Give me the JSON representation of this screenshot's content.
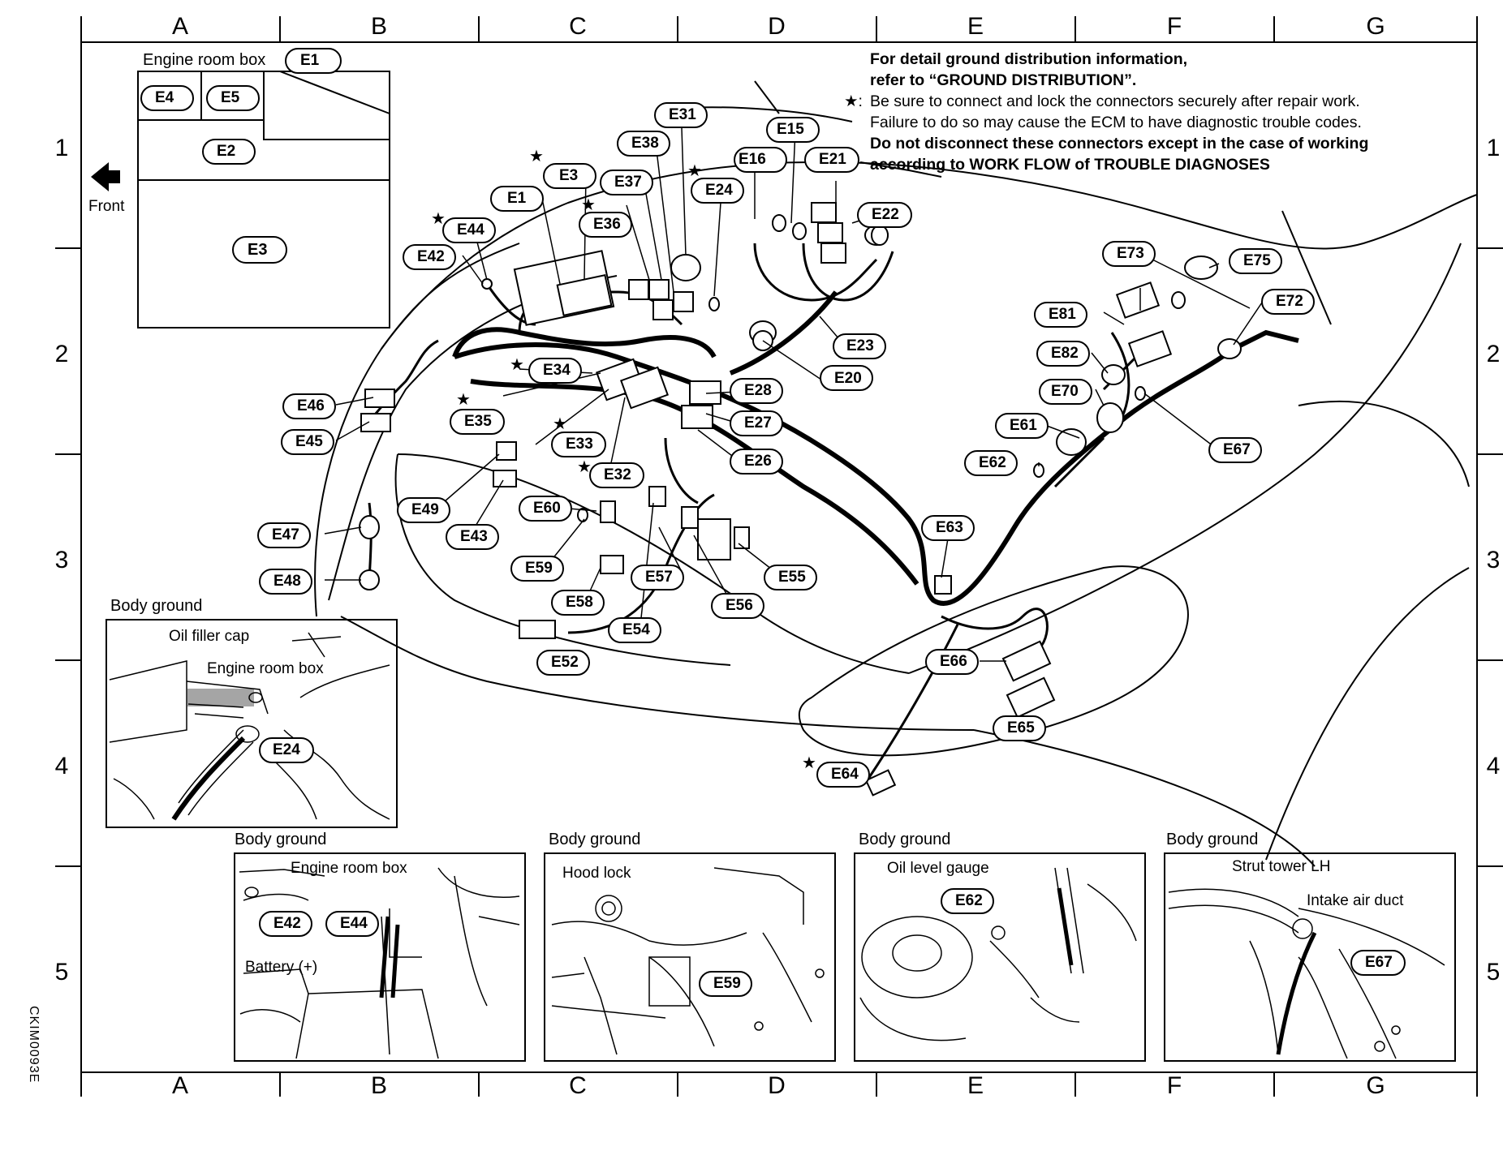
{
  "figure_code": "CKIM0093E",
  "columns": [
    "A",
    "B",
    "C",
    "D",
    "E",
    "F",
    "G"
  ],
  "rows": [
    "1",
    "2",
    "3",
    "4",
    "5"
  ],
  "note": {
    "line1": "For detail ground distribution information,",
    "line2": "refer to “GROUND DISTRIBUTION”.",
    "star": "★:",
    "line3": "Be sure to connect and lock the connectors securely after repair work.",
    "line4": "Failure to do so may cause the ECM to have diagnostic trouble codes.",
    "line5": "Do not disconnect these connectors except in the case of working",
    "line6": "according to WORK FLOW of TROUBLE DIAGNOSES"
  },
  "engine_room_box": {
    "title": "Engine room box",
    "tag": "E1",
    "cells": [
      "E4",
      "E5",
      "E2",
      "E3"
    ]
  },
  "front_label": "Front",
  "connectors": [
    "E1",
    "E3",
    "E15",
    "E16",
    "E20",
    "E21",
    "E22",
    "E23",
    "E24",
    "E26",
    "E27",
    "E28",
    "E31",
    "E32",
    "E33",
    "E34",
    "E35",
    "E36",
    "E37",
    "E38",
    "E42",
    "E43",
    "E44",
    "E45",
    "E46",
    "E47",
    "E48",
    "E49",
    "E52",
    "E54",
    "E55",
    "E56",
    "E57",
    "E58",
    "E59",
    "E60",
    "E61",
    "E62",
    "E63",
    "E64",
    "E65",
    "E66",
    "E67",
    "E70",
    "E72",
    "E73",
    "E75",
    "E81",
    "E82"
  ],
  "insets": [
    {
      "title": "Body ground",
      "labels": [
        "Oil filler cap",
        "Engine room box"
      ],
      "tags": [
        "E24"
      ]
    },
    {
      "title": "Body ground",
      "labels": [
        "Engine room box",
        "Battery (+)"
      ],
      "tags": [
        "E42",
        "E44"
      ]
    },
    {
      "title": "Body ground",
      "labels": [
        "Hood lock"
      ],
      "tags": [
        "E59"
      ]
    },
    {
      "title": "Body ground",
      "labels": [
        "Oil level gauge"
      ],
      "tags": [
        "E62"
      ]
    },
    {
      "title": "Body ground",
      "labels": [
        "Strut tower LH",
        "Intake air duct"
      ],
      "tags": [
        "E67"
      ]
    }
  ]
}
